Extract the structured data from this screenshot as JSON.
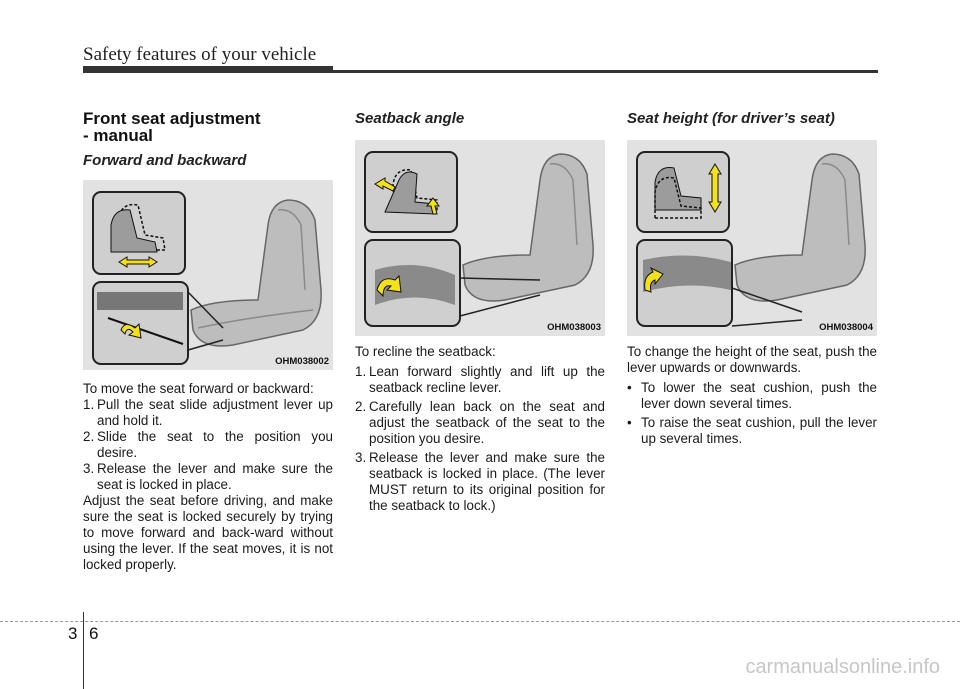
{
  "header": {
    "title": "Safety features of your vehicle"
  },
  "col1": {
    "heading": "Front seat adjustment\n- manual",
    "subheading": "Forward and backward",
    "figure_code": "OHM038002",
    "intro": "To move the seat forward or backward:",
    "steps": [
      {
        "num": "1.",
        "text": "Pull the seat slide adjustment lever up and hold it."
      },
      {
        "num": "2.",
        "text": "Slide the seat to the position you desire."
      },
      {
        "num": "3.",
        "text": "Release the lever and make sure the seat is locked in place."
      }
    ],
    "note": "Adjust the seat before driving, and make sure the seat is locked securely by trying to move forward and back-ward without using the lever. If the seat moves, it is not locked properly."
  },
  "col2": {
    "subheading": "Seatback angle",
    "figure_code": "OHM038003",
    "intro": "To recline the seatback:",
    "steps": [
      {
        "num": "1.",
        "text": "Lean forward slightly and lift up the seatback recline lever."
      },
      {
        "num": "2.",
        "text": "Carefully lean back on the seat and adjust the seatback of the seat to the position you desire."
      },
      {
        "num": "3.",
        "text": "Release the lever and make sure the seatback is locked in place. (The lever MUST return to its original position for the seatback to lock.)"
      }
    ]
  },
  "col3": {
    "subheading": "Seat height (for driver’s seat)",
    "figure_code": "OHM038004",
    "intro": "To change the height of the seat, push the lever upwards or downwards.",
    "bullets": [
      "To lower the seat cushion, push the lever down several times.",
      "To raise the seat cushion, pull the lever  up several times."
    ]
  },
  "footer": {
    "page_section": "3",
    "page_number": "6",
    "watermark": "carmanualsonline.info"
  }
}
